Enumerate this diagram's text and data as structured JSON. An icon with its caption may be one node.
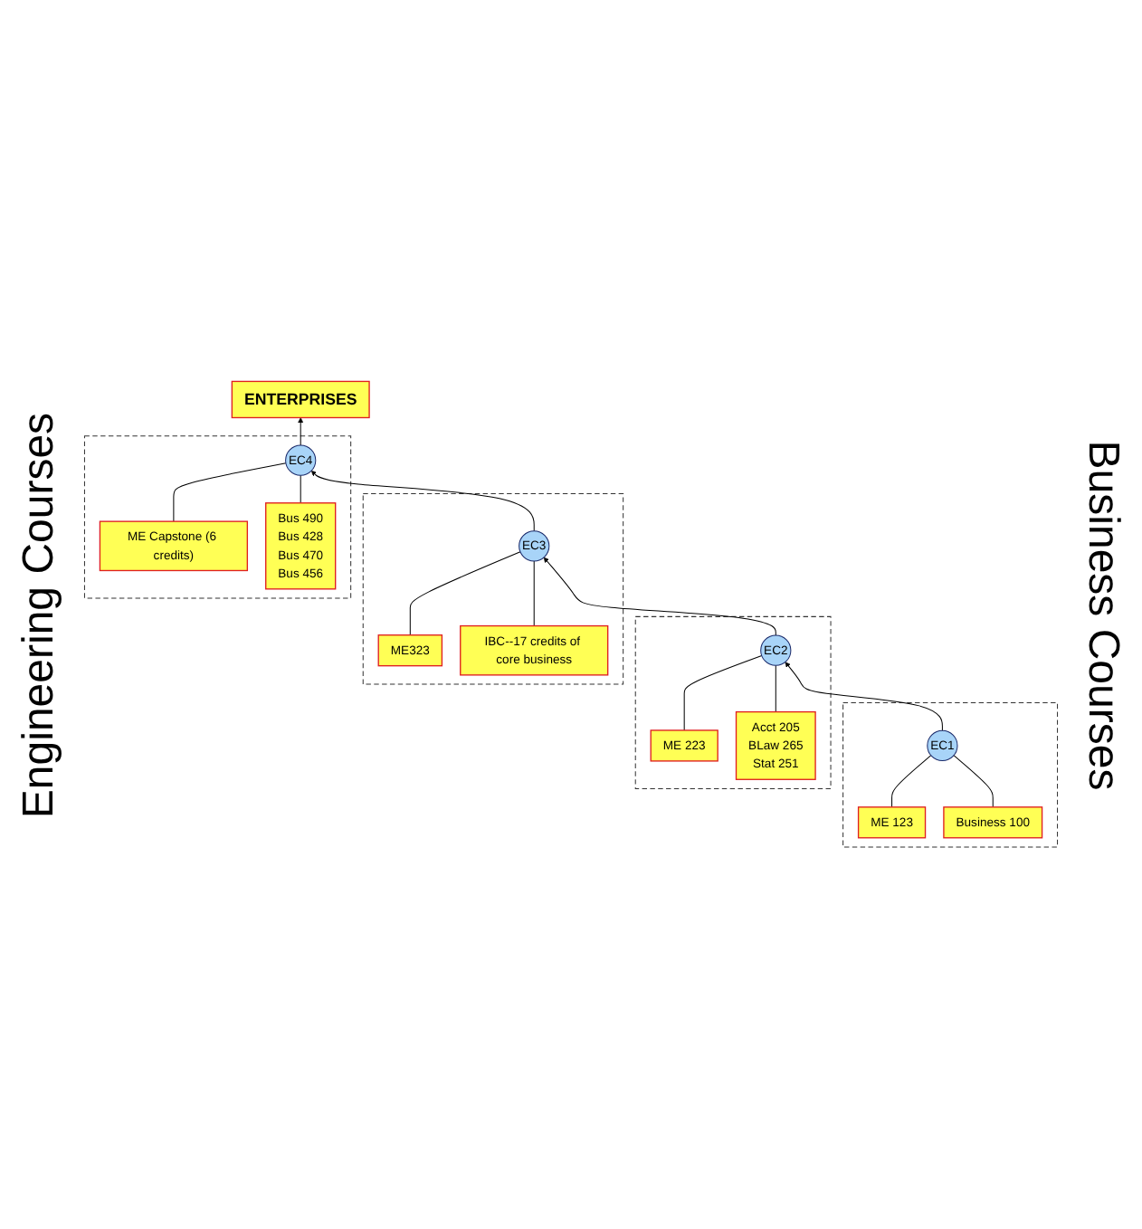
{
  "diagram": {
    "nodes": [
      {
        "text": [
          "ENTERPRISES"
        ]
      },
      {
        "text": [],
        "shape": "box"
      },
      {
        "text": [
          "ME Capstone (6 credits)"
        ],
        "in": 1
      },
      {
        "text": [
          "EC4"
        ],
        "in": 1
      },
      {
        "text": [
          "Bus 490",
          "Bus 428",
          "Bus 470",
          "Bus 456"
        ],
        "in": 1
      },
      {
        "text": [],
        "shape": "box"
      },
      {
        "text": [
          "ME323"
        ],
        "in": 5
      },
      {
        "text": [
          "EC3"
        ],
        "in": 5
      },
      {
        "text": [
          "IBC--17 credits of core business"
        ],
        "in": 5
      },
      {
        "text": [],
        "shape": "box"
      },
      {
        "text": [
          "ME 223"
        ],
        "in": 9
      },
      {
        "text": [
          "EC2"
        ],
        "in": 9
      },
      {
        "text": [
          "Acct 205",
          "BLaw 265",
          "Stat 251"
        ],
        "in": 9
      },
      {
        "text": [],
        "shape": "box"
      },
      {
        "text": [
          "ME 123"
        ],
        "in": 13
      },
      {
        "text": [
          "EC1"
        ],
        "in": 13
      },
      {
        "text": [
          "Business 100"
        ],
        "in": 13
      }
    ],
    "edges": [
      {
        "from": 3,
        "to": 0,
        "arrow": "to"
      },
      {
        "from": 2,
        "to": 3,
        "arrow": "none"
      },
      {
        "from": 4,
        "to": 3,
        "arrow": "none"
      },
      {
        "from": 7,
        "to": 3,
        "arrow": "to"
      },
      {
        "from": 6,
        "to": 7,
        "arrow": "none"
      },
      {
        "from": 8,
        "to": 7,
        "arrow": "none"
      },
      {
        "from": 11,
        "to": 7,
        "arrow": "to"
      },
      {
        "from": 10,
        "to": 11,
        "arrow": "none"
      },
      {
        "from": 12,
        "to": 11,
        "arrow": "none"
      },
      {
        "from": 15,
        "to": 11,
        "arrow": "to"
      },
      {
        "from": 14,
        "to": 15,
        "arrow": "none"
      },
      {
        "from": 16,
        "to": 15,
        "arrow": "none"
      }
    ],
    "labels": [
      "Engineering Courses",
      "Business Courses"
    ]
  }
}
